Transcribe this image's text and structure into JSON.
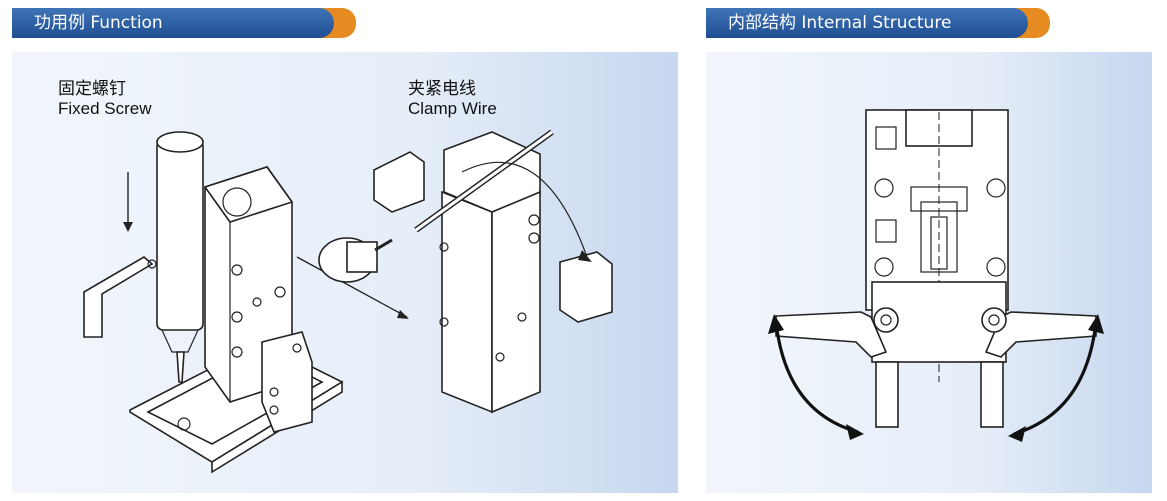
{
  "tabs": {
    "function": "功用例 Function",
    "structure": "内部结构 Internal Structure"
  },
  "labels": {
    "screw_cn": "固定螺钉",
    "screw_en": "Fixed Screw",
    "clamp_cn": "夹紧电线",
    "clamp_en": "Clamp Wire"
  },
  "colors": {
    "tab_blue": "#1f4f92",
    "tab_orange": "#e68a22",
    "panel_light": "#f2f6fc",
    "panel_dark": "#c6d7ef"
  }
}
